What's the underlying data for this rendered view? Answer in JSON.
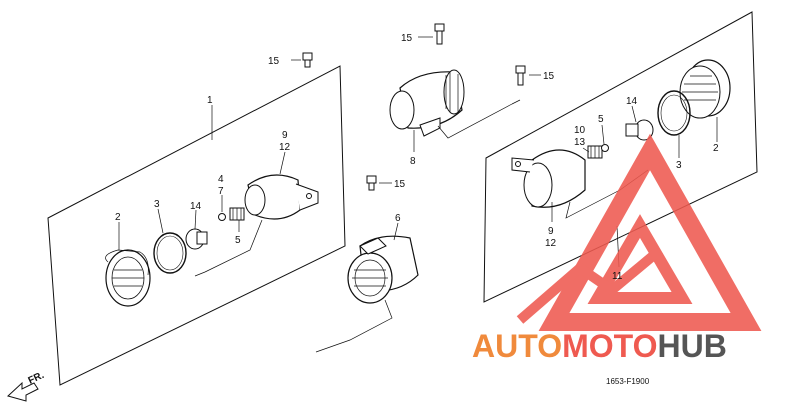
{
  "diagram": {
    "part_code": "1653-F1900",
    "direction_label": "FR.",
    "part_labels": [
      {
        "id": "p1",
        "text": "1"
      },
      {
        "id": "p2a",
        "text": "2"
      },
      {
        "id": "p3a",
        "text": "3"
      },
      {
        "id": "p14a",
        "text": "14"
      },
      {
        "id": "p4",
        "text": "4"
      },
      {
        "id": "p7",
        "text": "7"
      },
      {
        "id": "p5a",
        "text": "5"
      },
      {
        "id": "p9a",
        "text": "9"
      },
      {
        "id": "p12a",
        "text": "12"
      },
      {
        "id": "p15a",
        "text": "15"
      },
      {
        "id": "p15b",
        "text": "15"
      },
      {
        "id": "p15c",
        "text": "15"
      },
      {
        "id": "p15d",
        "text": "15"
      },
      {
        "id": "p8",
        "text": "8"
      },
      {
        "id": "p6",
        "text": "6"
      },
      {
        "id": "p10",
        "text": "10"
      },
      {
        "id": "p13",
        "text": "13"
      },
      {
        "id": "p5b",
        "text": "5"
      },
      {
        "id": "p14b",
        "text": "14"
      },
      {
        "id": "p3b",
        "text": "3"
      },
      {
        "id": "p2b",
        "text": "2"
      },
      {
        "id": "p9b",
        "text": "9"
      },
      {
        "id": "p12b",
        "text": "12"
      },
      {
        "id": "p11",
        "text": "11"
      }
    ]
  },
  "watermark": {
    "part1": "AUTO",
    "part2": "MOTO",
    "part3": "HUB",
    "color_primary": "#f08a3c",
    "color_secondary": "#ef5a50",
    "color_tertiary": "#555555"
  }
}
